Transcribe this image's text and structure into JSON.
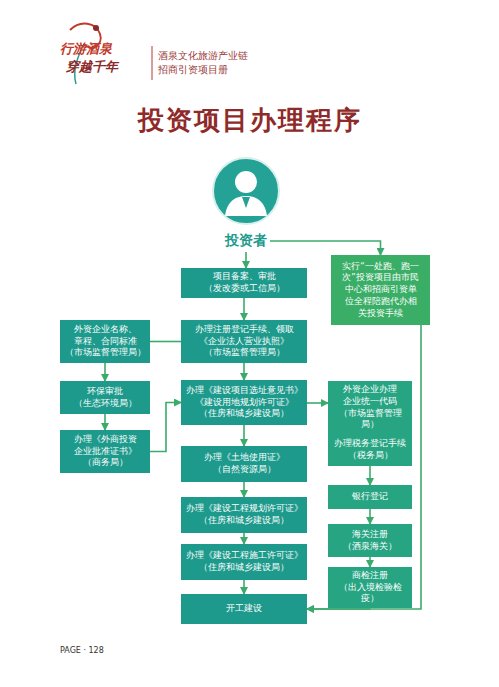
{
  "diagram": {
    "title": "投资项目办理程序",
    "nodes": [
      {
        "text": [
          "投资者"
        ]
      },
      {
        "text": [
          "项目备案、审批 （发改委或工信局）"
        ]
      },
      {
        "text": [
          "办理注册登记手续、领取 《企业法人营业执照》 （市场监督管理局）"
        ]
      },
      {
        "text": [
          "办理《建设项目选址意见书》 《建设用地规划许可证》 （住房和城乡建设局）"
        ]
      },
      {
        "text": [
          "办理《土地使用证》 （自然资源局）"
        ]
      },
      {
        "text": [
          "办理《建设工程规划许可证》 （住房和城乡建设局）"
        ]
      },
      {
        "text": [
          "办理《建设工程施工许可证》 （住房和城乡建设局）"
        ]
      },
      {
        "text": [
          "开工建设"
        ]
      },
      {
        "text": [
          "外资企业名称、 章程、合同标准 （市场监督管理局）"
        ]
      },
      {
        "text": [
          "环保审批 （生态环境局）"
        ]
      },
      {
        "text": [
          "办理《外商投资 企业批准证书》 （商务局）"
        ]
      },
      {
        "text": [
          "实行“一处跑、跑一次”投资项目由市民中心和招商引资单位全程陪跑代办相关投资手续"
        ]
      },
      {
        "text": [
          "外资企业办理 企业统一代码 （市场监督管理局）"
        ]
      },
      {
        "text": [
          "办理税务登记手续 （税务局）"
        ]
      },
      {
        "text": [
          "银行登记"
        ]
      },
      {
        "text": [
          "海关注册 （酒泉海关）"
        ]
      },
      {
        "text": [
          "商检注册 （出入境检验检疫）"
        ]
      }
    ],
    "edges": [
      {
        "from": 0,
        "to": 1,
        "arrow": "to"
      },
      {
        "from": 0,
        "to": 11,
        "arrow": "to"
      },
      {
        "from": 1,
        "to": 2,
        "arrow": "to"
      },
      {
        "from": 2,
        "to": 3,
        "arrow": "to"
      },
      {
        "from": 3,
        "to": 4,
        "arrow": "to"
      },
      {
        "from": 4,
        "to": 5,
        "arrow": "to"
      },
      {
        "from": 5,
        "to": 6,
        "arrow": "to"
      },
      {
        "from": 6,
        "to": 7,
        "arrow": "to"
      },
      {
        "from": 2,
        "to": 8,
        "arrow": "none"
      },
      {
        "from": 8,
        "to": 9,
        "arrow": "to"
      },
      {
        "from": 9,
        "to": 10,
        "arrow": "to"
      },
      {
        "from": 10,
        "to": 3,
        "arrow": "to"
      },
      {
        "from": 3,
        "to": 12,
        "arrow": "to"
      },
      {
        "from": 12,
        "to": 13,
        "arrow": "to"
      },
      {
        "from": 13,
        "to": 14,
        "arrow": "to"
      },
      {
        "from": 14,
        "to": 15,
        "arrow": "to"
      },
      {
        "from": 15,
        "to": 16,
        "arrow": "to"
      },
      {
        "from": 16,
        "to": 7,
        "arrow": "to"
      },
      {
        "from": 11,
        "to": 7,
        "arrow": "to"
      }
    ],
    "labels": [
      "行游酒泉",
      "穿越千年",
      "酒泉文化旅游产业链",
      "招商引资项目册",
      "PAGE · 128"
    ]
  }
}
